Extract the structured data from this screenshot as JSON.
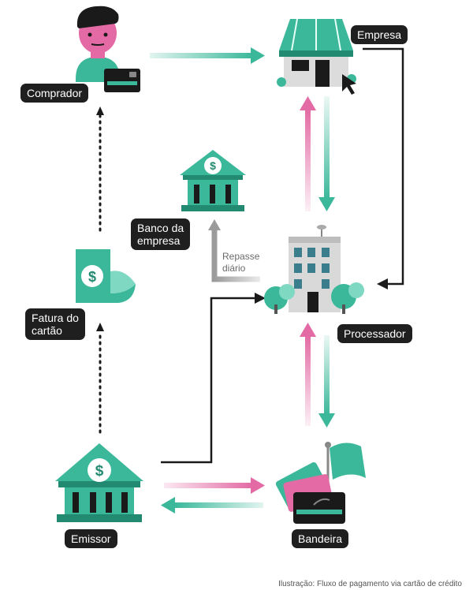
{
  "nodes": {
    "comprador": "Comprador",
    "empresa": "Empresa",
    "banco_empresa_line1": "Banco da",
    "banco_empresa_line2": "empresa",
    "fatura_line1": "Fatura do",
    "fatura_line2": "cartão",
    "processador": "Processador",
    "emissor": "Emissor",
    "bandeira": "Bandeira"
  },
  "edge_labels": {
    "repasse_line1": "Repasse",
    "repasse_line2": "diário"
  },
  "caption": "Ilustração: Fluxo de pagamento via cartão de crédito",
  "colors": {
    "teal": "#3bb89a",
    "teal_dark": "#238a72",
    "pink": "#e36aa4",
    "gray_arrow": "#9a9a9a",
    "label_bg": "#1f1f1f",
    "line": "#1a1a1a"
  }
}
